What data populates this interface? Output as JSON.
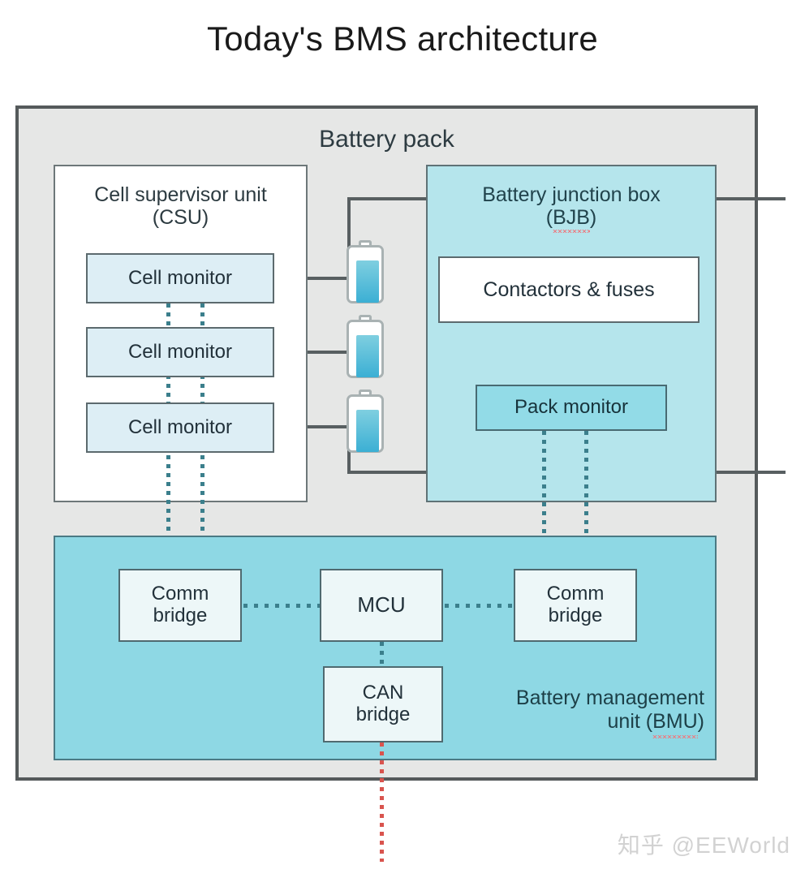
{
  "title": "Today's BMS architecture",
  "pack": {
    "label": "Battery pack"
  },
  "csu": {
    "title_line1": "Cell supervisor unit",
    "title_line2": "(CSU)",
    "cell_monitors": [
      {
        "label": "Cell monitor"
      },
      {
        "label": "Cell monitor"
      },
      {
        "label": "Cell monitor"
      }
    ]
  },
  "bjb": {
    "title_line1": "Battery junction box",
    "title_line2_prefix": "(",
    "title_line2_abbr": "BJB",
    "title_line2_suffix": ")",
    "contactors_label": "Contactors & fuses",
    "pack_monitor_label": "Pack monitor"
  },
  "bmu": {
    "title_line1": "Battery management",
    "title_line2_prefix": "unit (",
    "title_line2_abbr": "BMU",
    "title_line2_suffix": ")",
    "comm_bridge_left_line1": "Comm",
    "comm_bridge_left_line2": "bridge",
    "comm_bridge_right_line1": "Comm",
    "comm_bridge_right_line2": "bridge",
    "mcu_label": "MCU",
    "can_bridge_line1": "CAN",
    "can_bridge_line2": "bridge"
  },
  "cells": [
    {
      "name": "battery-cell-icon-1"
    },
    {
      "name": "battery-cell-icon-2"
    },
    {
      "name": "battery-cell-icon-3"
    }
  ],
  "watermark": "知乎 @EEWorld",
  "colors": {
    "pack_bg": "#e6e7e6",
    "pack_border": "#555a5b",
    "bjb_bg": "#b5e5ec",
    "bmu_bg": "#8ed8e4",
    "cell_monitor_bg": "#ddeef5",
    "pack_monitor_bg": "#92dbe7",
    "bridge_bg": "#edf7f8",
    "wire_solid": "#585f61",
    "wire_dotted_teal": "#3b7f8c",
    "wire_dotted_red": "#d9544e",
    "cell_fill": "#3bafd4"
  }
}
